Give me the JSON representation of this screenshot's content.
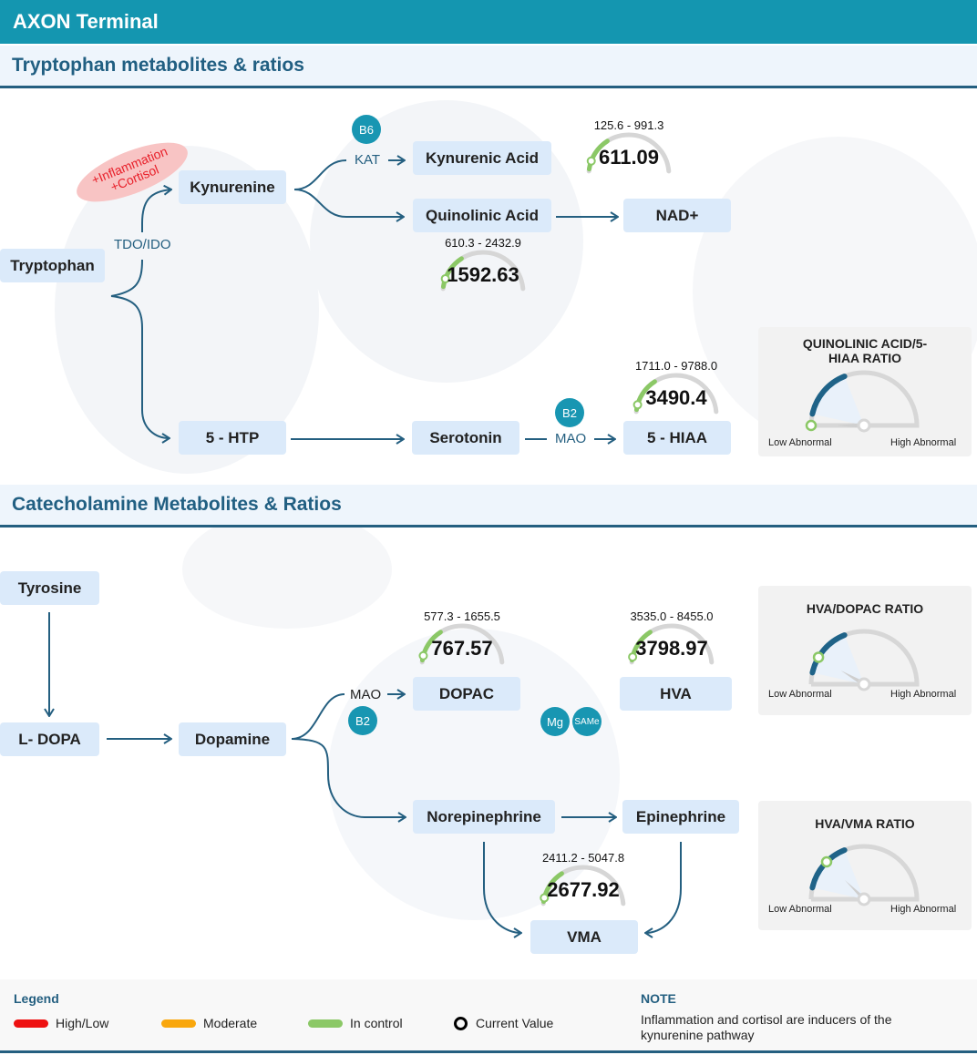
{
  "app": {
    "title": "AXON Terminal"
  },
  "sections": [
    {
      "title": "Tryptophan metabolites & ratios"
    },
    {
      "title": "Catecholamine Metabolites & Ratios"
    }
  ],
  "tryptophan": {
    "nodes": {
      "tryptophan": "Tryptophan",
      "kynurenine": "Kynurenine",
      "kynurenic_acid": "Kynurenic Acid",
      "quinolinic_acid": "Quinolinic Acid",
      "nad": "NAD+",
      "htp": "5 - HTP",
      "serotonin": "Serotonin",
      "hiaa": "5 - HIAA"
    },
    "enzymes": {
      "tdo_ido": "TDO/IDO",
      "kat": "KAT",
      "mao": "MAO"
    },
    "cofactors": {
      "b6": "B6",
      "b2": "B2"
    },
    "inducers": [
      "+Inflammation",
      "+Cortisol"
    ],
    "markers": [
      {
        "id": "kynurenic_acid",
        "range": "125.6 - 991.3",
        "low": 125.6,
        "high": 991.3,
        "value": "611.09",
        "status": "In control",
        "color": "#8bc866"
      },
      {
        "id": "quinolinic_acid",
        "range": "610.3 - 2432.9",
        "low": 610.3,
        "high": 2432.9,
        "value": "1592.63",
        "status": "In control",
        "color": "#8bc866"
      },
      {
        "id": "hiaa",
        "range": "1711.0 - 9788.0",
        "low": 1711.0,
        "high": 9788.0,
        "value": "3490.4",
        "status": "In control",
        "color": "#8bc866"
      }
    ],
    "ratio": {
      "title_line1": "QUINOLINIC ACID/5-",
      "title_line2": "HIAA RATIO",
      "low_label": "Low Abnormal",
      "high_label": "High Abnormal",
      "position_fraction": 0.0
    }
  },
  "catecholamine": {
    "nodes": {
      "tyrosine": "Tyrosine",
      "ldopa": "L- DOPA",
      "dopamine": "Dopamine",
      "dopac": "DOPAC",
      "hva": "HVA",
      "norepinephrine": "Norepinephrine",
      "epinephrine": "Epinephrine",
      "vma": "VMA"
    },
    "enzymes": {
      "mao": "MAO"
    },
    "cofactors": {
      "b2": "B2",
      "mg": "Mg",
      "same": "SAMe"
    },
    "markers": [
      {
        "id": "dopac",
        "range": "577.3 - 1655.5",
        "low": 577.3,
        "high": 1655.5,
        "value": "767.57",
        "status": "In control",
        "color": "#8bc866"
      },
      {
        "id": "hva",
        "range": "3535.0 - 8455.0",
        "low": 3535.0,
        "high": 8455.0,
        "value": "3798.97",
        "status": "In control",
        "color": "#8bc866"
      },
      {
        "id": "vma",
        "range": "2411.2 - 5047.8",
        "low": 2411.2,
        "high": 5047.8,
        "value": "2677.92",
        "status": "In control",
        "color": "#8bc866"
      }
    ],
    "ratios": [
      {
        "title": "HVA/DOPAC RATIO",
        "low_label": "Low Abnormal",
        "high_label": "High Abnormal",
        "position_fraction": 0.17
      },
      {
        "title": "HVA/VMA RATIO",
        "low_label": "Low Abnormal",
        "high_label": "High Abnormal",
        "position_fraction": 0.25
      }
    ]
  },
  "legend": {
    "title": "Legend",
    "items": [
      {
        "label": "High/Low",
        "color": "#ee1111"
      },
      {
        "label": "Moderate",
        "color": "#f9a70d"
      },
      {
        "label": "In control",
        "color": "#8bc866"
      },
      {
        "label": "Current Value",
        "color": "#000000"
      }
    ],
    "note_title": "NOTE",
    "note_text": "Inflammation and cortisol are inducers of the kynurenine pathway"
  },
  "colors": {
    "brand": "#1496b0",
    "section_text": "#215f82",
    "node_bg": "#dbeafa",
    "arrow": "#245f80",
    "ratio_arc": "#1f6388",
    "gauge_track": "#d6d6d6"
  }
}
